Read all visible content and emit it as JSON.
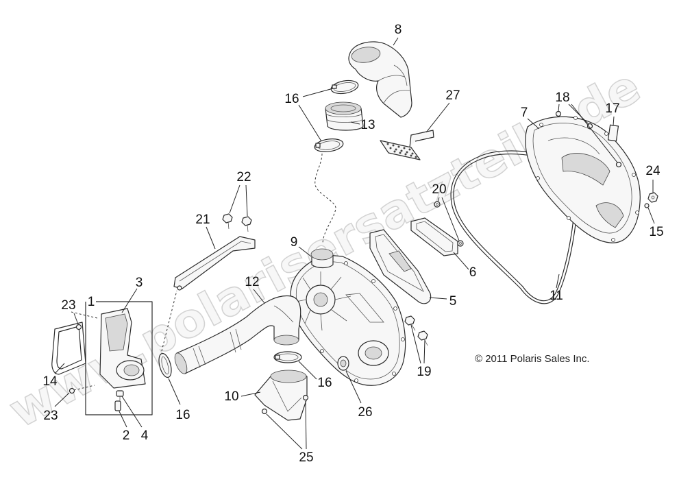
{
  "diagram": {
    "callouts": [
      "8",
      "16",
      "13",
      "27",
      "7",
      "18",
      "17",
      "24",
      "15",
      "22",
      "21",
      "20",
      "9",
      "6",
      "11",
      "3",
      "12",
      "1",
      "23",
      "5",
      "19",
      "14",
      "16",
      "10",
      "23",
      "16",
      "26",
      "2",
      "4",
      "25"
    ],
    "copyright": "© 2011 Polaris Sales Inc.",
    "watermark": "www.polarisersatzteile.de"
  }
}
